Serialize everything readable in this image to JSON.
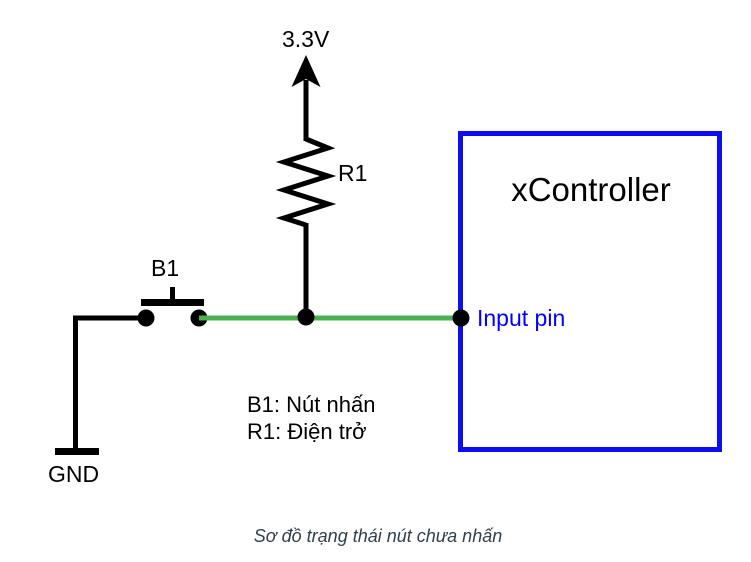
{
  "diagram": {
    "labels": {
      "supply_voltage": "3.3V",
      "resistor": "R1",
      "button": "B1",
      "ground": "GND",
      "controller": "xController",
      "input_pin": "Input pin"
    },
    "legend": {
      "line1": "B1: Nút nhấn",
      "line2": "R1: Điện trở"
    },
    "caption": "Sơ đồ trạng thái nút chưa nhấn",
    "colors": {
      "wire": "#000000",
      "active_wire_green": "#4caf50",
      "controller_border_blue": "#0d0df0",
      "input_pin_label_blue": "#0000ff",
      "caption_text_gray": "#32404e",
      "background": "#ffffff"
    }
  }
}
